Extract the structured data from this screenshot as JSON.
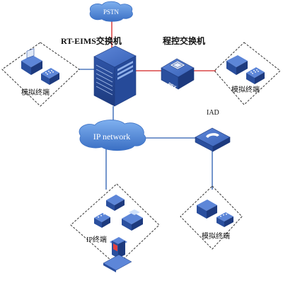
{
  "nodes": {
    "pstn": "PSTN",
    "eims_switch": "RT-EIMS交换机",
    "pbx": "程控交换机",
    "pbx_badge": "PBX",
    "ip_network": "IP network",
    "iad": "IAD",
    "analog_terminal_left": "模拟终端",
    "analog_terminal_right": "模拟终端",
    "analog_terminal_bottom": "模拟终端",
    "ip_terminal": "IP终端"
  },
  "colors": {
    "pstn_link": "#d22020",
    "ip_link": "#2a5db0",
    "device_blue": "#2a4f9e",
    "cloud_blue": "#4d85d6",
    "dashed_border": "#333333"
  }
}
